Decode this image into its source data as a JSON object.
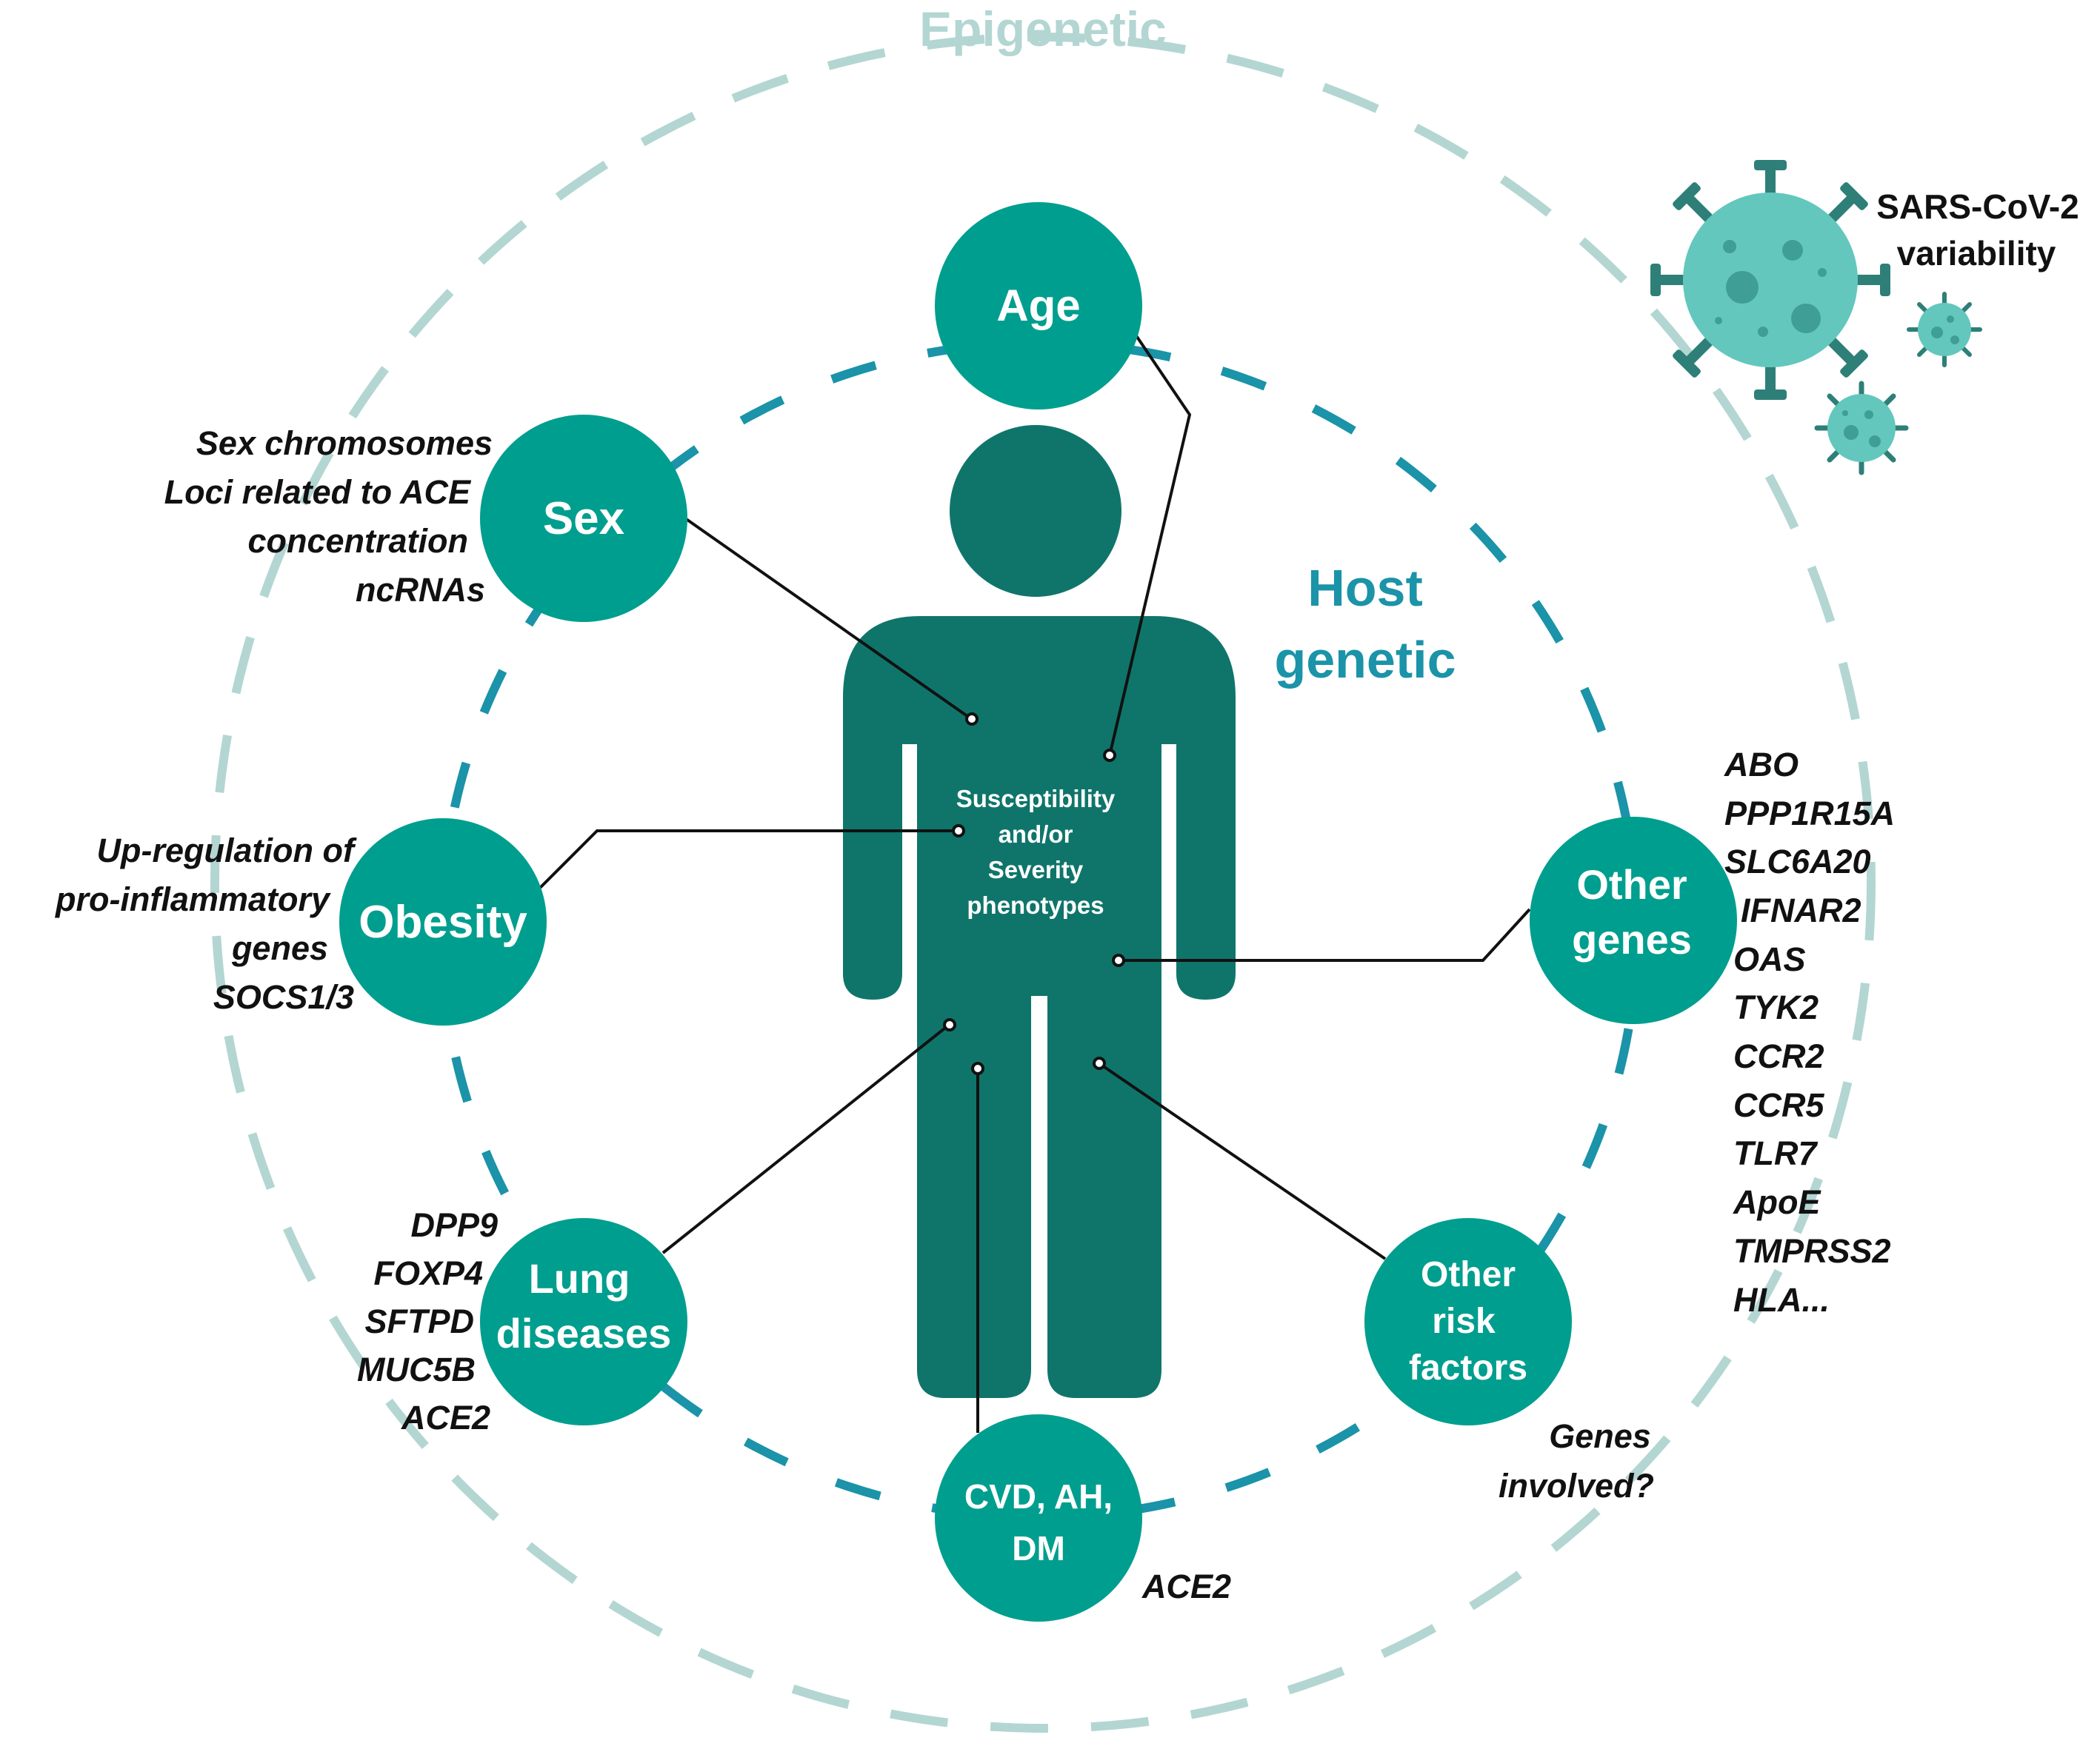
{
  "colors": {
    "outer_ring": "#b3d6d3",
    "inner_ring": "#1b93a8",
    "circle_fill": "#009e8e",
    "person_fill": "#0f756b",
    "host_genetic_text": "#1b93a8",
    "epigenetic_text": "#b3d6d3",
    "virus_main": "#63c7bd",
    "virus_spots": "#3f9e95",
    "virus_spikes": "#2e7f78"
  },
  "titles": {
    "epigenetic": "Epigenetic",
    "host_genetic_line1": "Host",
    "host_genetic_line2": "genetic"
  },
  "center": {
    "line1": "Susceptibility",
    "line2": "and/or",
    "line3": "Severity",
    "line4": "phenotypes"
  },
  "factors": {
    "age": {
      "label": "Age"
    },
    "sex": {
      "label": "Sex"
    },
    "obesity": {
      "label": "Obesity"
    },
    "lung": {
      "line1": "Lung",
      "line2": "diseases"
    },
    "cvd": {
      "line1": "CVD, AH,",
      "line2": "DM"
    },
    "other_risk": {
      "line1": "Other",
      "line2": "risk",
      "line3": "factors"
    },
    "other_genes": {
      "line1": "Other",
      "line2": "genes"
    }
  },
  "annotations": {
    "sex": [
      "Sex chromosomes",
      "Loci related to ACE",
      "concentration",
      "ncRNAs"
    ],
    "obesity": [
      "Up-regulation of",
      "pro-inflammatory",
      "genes",
      "SOCS1/3"
    ],
    "lung": [
      "DPP9",
      "FOXP4",
      "SFTPD",
      "MUC5B",
      "ACE2"
    ],
    "cvd": [
      "ACE2"
    ],
    "other_risk": [
      "Genes",
      "involved?"
    ],
    "other_genes": [
      "ABO",
      "PPP1R15A",
      "SLC6A20",
      "IFNAR2",
      "OAS",
      "TYK2",
      "CCR2",
      "CCR5",
      "TLR7",
      "ApoE",
      "TMPRSS2",
      "HLA..."
    ]
  },
  "virus": {
    "line1": "SARS-CoV-2",
    "line2": "variability",
    "icon": "virus-icon"
  }
}
